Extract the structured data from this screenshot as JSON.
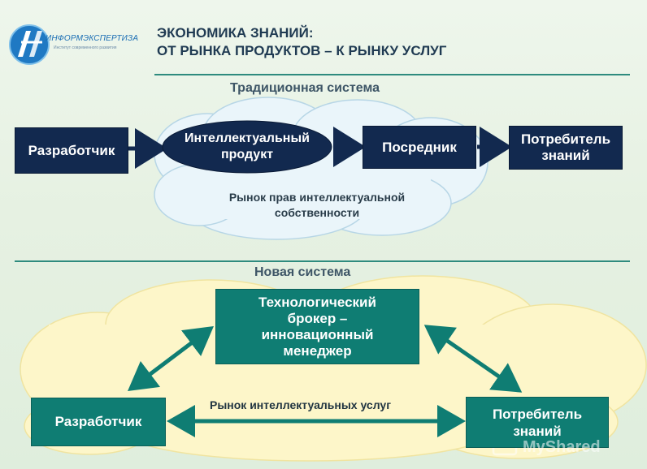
{
  "logo": {
    "name": "ИНФОРМЭКСПЕРТИЗА",
    "subtitle": "Институт современного развития"
  },
  "title": {
    "line1": "ЭКОНОМИКА ЗНАНИЙ:",
    "line2": "ОТ РЫНКА ПРОДУКТОВ – К РЫНКУ УСЛУГ"
  },
  "traditional": {
    "title": "Традиционная система",
    "developer": "Разработчик",
    "product_line1": "Интеллектуальный",
    "product_line2": "продукт",
    "intermediary": "Посредник",
    "consumer_line1": "Потребитель",
    "consumer_line2": "знаний",
    "market_line1": "Рынок прав интеллектуальной",
    "market_line2": "собственности"
  },
  "new_system": {
    "title": "Новая система",
    "broker_line1": "Технологический",
    "broker_line2": "брокер –",
    "broker_line3": "инновационный",
    "broker_line4": "менеджер",
    "developer": "Разработчик",
    "consumer_line1": "Потребитель",
    "consumer_line2": "знаний",
    "market": "Рынок интеллектуальных услуг"
  },
  "watermark": "MyShared",
  "colors": {
    "navy": "#12294f",
    "teal": "#0f7d73",
    "line": "#2e8b7e",
    "cloud_blue": "#eaf5fa",
    "cloud_yellow": "#fdf6c9"
  }
}
